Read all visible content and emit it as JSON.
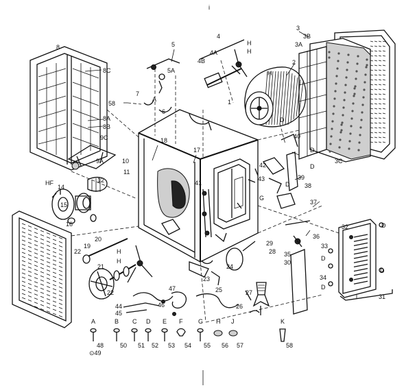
{
  "labels": {
    "top_mark": "i",
    "l8": "8",
    "l8C": "8C",
    "l8A": "8A",
    "l8B": "8B",
    "l9C": "9C",
    "l9A": "9A",
    "l14": "14",
    "l15": "15",
    "l16": "16",
    "l12": "12",
    "lHF": "HF",
    "l5": "5",
    "l5A": "5A",
    "l58a": "58",
    "l7": "7",
    "lA": "A",
    "l6": "6",
    "l4": "4",
    "l4A": "4A",
    "l4B": "4B",
    "lH1": "H",
    "lH2": "H",
    "l2": "2",
    "lH3": "H",
    "l3": "3",
    "l3B": "3B",
    "l3A": "3A",
    "l3C": "3C",
    "l1": "1",
    "l18": "18",
    "l17": "17",
    "l10": "10",
    "l11": "11",
    "lD1": "D",
    "l40": "40",
    "lD2": "D",
    "lD3": "D",
    "lD4": "D",
    "l42": "42",
    "l43": "43",
    "l41": "41",
    "l39": "39",
    "l38": "38",
    "lG": "G",
    "l37": "37",
    "l19": "19",
    "l20": "20",
    "l22a": "22",
    "l21": "21",
    "l22b": "22",
    "lH4": "H",
    "lH5": "H",
    "l23": "23",
    "l24": "24",
    "l25": "25",
    "l29": "29",
    "l28": "28",
    "l36": "36",
    "l35": "35",
    "l30": "30",
    "l32": "32",
    "l33": "33",
    "l34": "34",
    "l31": "31",
    "lD5": "D",
    "lD6": "D",
    "lD7": "D",
    "lD8": "D",
    "l47": "47",
    "l44": "44",
    "l45": "45",
    "l46": "46",
    "l27": "27",
    "l26": "26"
  },
  "legend": [
    {
      "letter": "A",
      "num": "48",
      "num2": "49"
    },
    {
      "letter": "B",
      "num": "50"
    },
    {
      "letter": "C",
      "num": "51"
    },
    {
      "letter": "D",
      "num": "52"
    },
    {
      "letter": "E",
      "num": "53"
    },
    {
      "letter": "F",
      "num": "54"
    },
    {
      "letter": "G",
      "num": "55"
    },
    {
      "letter": "H",
      "num": "56"
    },
    {
      "letter": "J",
      "num": "57"
    },
    {
      "letter": "K",
      "num": "58"
    }
  ]
}
